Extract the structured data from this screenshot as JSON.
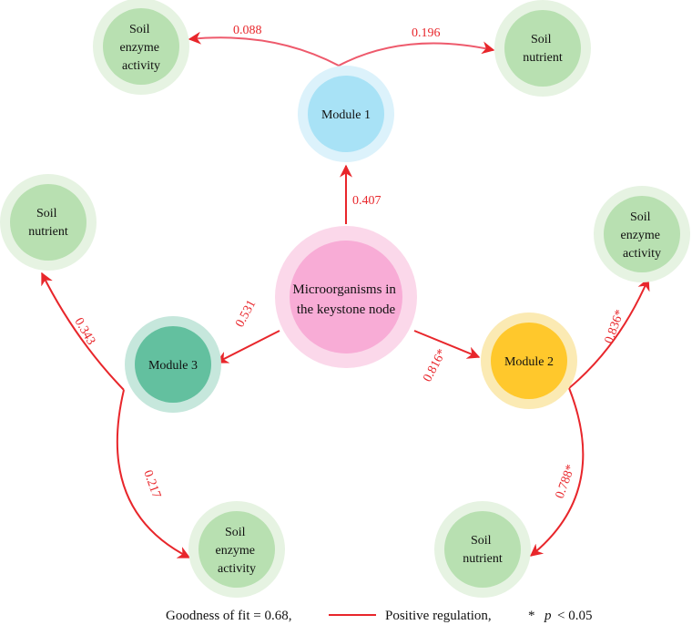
{
  "colors": {
    "edge": "#e8262b",
    "edge_top": "#ee5a6c",
    "soil_outer": "#e6f3e2",
    "soil_inner": "#b8e0b1",
    "module1_outer": "#dcf2fb",
    "module1_inner": "#a8e2f6",
    "module2_outer": "#fbeab3",
    "module2_inner": "#ffc82c",
    "module3_outer": "#c6e7dc",
    "module3_inner": "#63c09f",
    "center_outer": "#fbd8ea",
    "center_inner": "#f8acd6"
  },
  "nodes": {
    "center": {
      "line1": "Microorganisms in",
      "line2": "the keystone node"
    },
    "module1": {
      "label": "Module 1"
    },
    "module2": {
      "label": "Module 2"
    },
    "module3": {
      "label": "Module 3"
    },
    "m1_enzyme": {
      "line1": "Soil",
      "line2": "enzyme",
      "line3": "activity"
    },
    "m1_nutrient": {
      "line1": "Soil",
      "line2": "nutrient"
    },
    "m3_nutrient": {
      "line1": "Soil",
      "line2": "nutrient"
    },
    "m3_enzyme": {
      "line1": "Soil",
      "line2": "enzyme",
      "line3": "activity"
    },
    "m2_enzyme": {
      "line1": "Soil",
      "line2": "enzyme",
      "line3": "activity"
    },
    "m2_nutrient": {
      "line1": "Soil",
      "line2": "nutrient"
    }
  },
  "edges": {
    "center_m1": "0.407",
    "center_m3": "0.531",
    "center_m2": "0.816*",
    "m1_enzyme": "0.088",
    "m1_nutrient": "0.196",
    "m3_nutrient": "0.343",
    "m3_enzyme": "0.217",
    "m2_enzyme": "0.836*",
    "m2_nutrient": "0.788*"
  },
  "legend": {
    "fit": "Goodness of fit = 0.68,",
    "positive": "Positive regulation,",
    "star": "*",
    "p": "p",
    "threshold": "< 0.05"
  }
}
